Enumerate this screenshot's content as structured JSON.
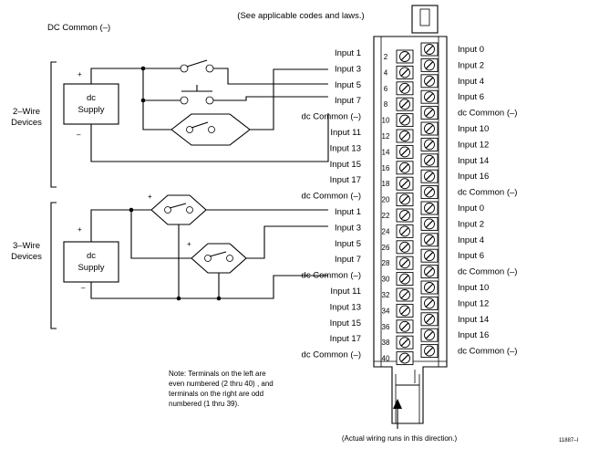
{
  "header": {
    "top_caption": "(See applicable codes and laws.)",
    "dc_common_title": "DC Common (–)"
  },
  "two_wire": {
    "group_label_1": "2–Wire",
    "group_label_2": "Devices",
    "supply_line_1": "dc",
    "supply_line_2": "Supply",
    "plus": "+",
    "minus": "–"
  },
  "three_wire": {
    "group_label_1": "3–Wire",
    "group_label_2": "Devices",
    "supply_line_1": "dc",
    "supply_line_2": "Supply",
    "plus": "+",
    "minus": "–"
  },
  "left_terminals": [
    {
      "label": "Input 1",
      "num": "2"
    },
    {
      "label": "Input 3",
      "num": "4"
    },
    {
      "label": "Input 5",
      "num": "6"
    },
    {
      "label": "Input 7",
      "num": "8"
    },
    {
      "label": "dc Common (–)",
      "num": "10"
    },
    {
      "label": "Input 11",
      "num": "12"
    },
    {
      "label": "Input 13",
      "num": "14"
    },
    {
      "label": "Input 15",
      "num": "16"
    },
    {
      "label": "Input 17",
      "num": "18"
    },
    {
      "label": "dc Common (–)",
      "num": "20"
    },
    {
      "label": "Input 1",
      "num": "22"
    },
    {
      "label": "Input 3",
      "num": "24"
    },
    {
      "label": "Input 5",
      "num": "26"
    },
    {
      "label": "Input 7",
      "num": "28"
    },
    {
      "label": "dc Common (–)",
      "num": "30"
    },
    {
      "label": "Input 11",
      "num": "32"
    },
    {
      "label": "Input 13",
      "num": "34"
    },
    {
      "label": "Input 15",
      "num": "36"
    },
    {
      "label": "Input 17",
      "num": "38"
    },
    {
      "label": "dc Common (–)",
      "num": "40"
    }
  ],
  "right_terminals": [
    "Input 0",
    "Input 2",
    "Input 4",
    "Input 6",
    "dc Common (–)",
    "Input 10",
    "Input 12",
    "Input 14",
    "Input 16",
    "dc Common (–)",
    "Input 0",
    "Input 2",
    "Input 4",
    "Input 6",
    "dc Common (–)",
    "Input 10",
    "Input 12",
    "Input 14",
    "Input 16",
    "dc Common (–)"
  ],
  "note": {
    "line1": "Note: Terminals on the left are",
    "line2": "even numbered (2 thru 40) , and",
    "line3": "terminals on the right are odd",
    "line4": "numbered (1 thru 39)."
  },
  "footer": {
    "wiring_note": "(Actual wiring runs in this direction.)",
    "figure_id": "11887–I"
  }
}
